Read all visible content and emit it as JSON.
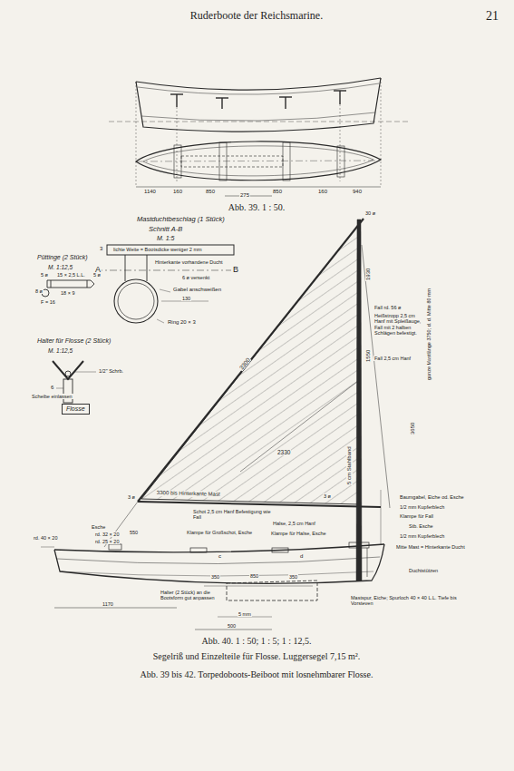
{
  "diagram": {
    "title": "Ruderboote der Reichsmarine.",
    "caption": "Abb. 39 bis 42. Torpedoboots-Beiboot mit losnehmbarer Flosse.",
    "nodes": [
      {
        "text": [
          "Flosse"
        ]
      }
    ],
    "labels": [
      "21",
      "275",
      "1140",
      "160",
      "850",
      "850",
      "160",
      "940",
      "Abb. 39.  1 : 50.",
      "Mastduchtbeschlag (1 Stück)",
      "Schnitt A-B",
      "M. 1:5",
      "Püttinge (2 Stück)",
      "M. 1:12,5",
      "3",
      "lichte Weite = Bootsdicke weniger 2 mm",
      "Hinterkante vorhandene Ducht",
      "A",
      "B",
      "6 ø versenkt",
      "Gabel anschweißen",
      "130",
      "Ring 20 × 3",
      "5 ø",
      "15 × 2,5 L.L.",
      "5 ø",
      "8 ø",
      "18 × 9",
      "F = 16",
      "Halter für Flosse (2 Stück)",
      "M. 1:12,5",
      "1/2\" Schrb.",
      "6",
      "Scheibe einlassen",
      "30 ø",
      "1930",
      "1550",
      "3300",
      "2330",
      "3300 bis Hinterkante Mast",
      "3 ø",
      "3 ø",
      "5 cm Stahlband",
      "ganze Mastlänge 3750; d. d. Mitte 80 mm",
      "3650",
      "Fall rd. 56 ø",
      "Heißstropp 2,5 cm Hanf mit Spleißauge, Fall mit 2 halben Schlägen befestigt.",
      "Fall 2,5 cm Hanf",
      "Baumgabel, Eiche od. Esche",
      "1/2 mm Kupferblech",
      "Klampe für Fall",
      "Stb. Esche",
      "1/2 mm Kupferblech",
      "Mitte Mast = Hinterkante Ducht",
      "Duchtstützen",
      "Mastspur, Eiche; Spurloch 40 × 40 L.L. Tiefe bis Vorsteven",
      "Schot 2,5 cm Hanf Befestigung wie Fall",
      "Klampe für Großschot, Esche",
      "Halse, 2,5 cm Hanf",
      "Klampe für Halse, Esche",
      "Esche",
      "rd. 40 × 20",
      "rd. 32 × 20",
      "rd. 25 × 20",
      "550",
      "c",
      "d",
      "350",
      "850",
      "350",
      "1170",
      "Halter (2 Stück) an die Bootsform gut anpassen",
      "5 mm",
      "500",
      "Abb. 40.  1 : 50; 1 : 5; 1 : 12,5.",
      "Segelriß und Einzelteile für Flosse.  Luggersegel 7,15 m²."
    ]
  }
}
